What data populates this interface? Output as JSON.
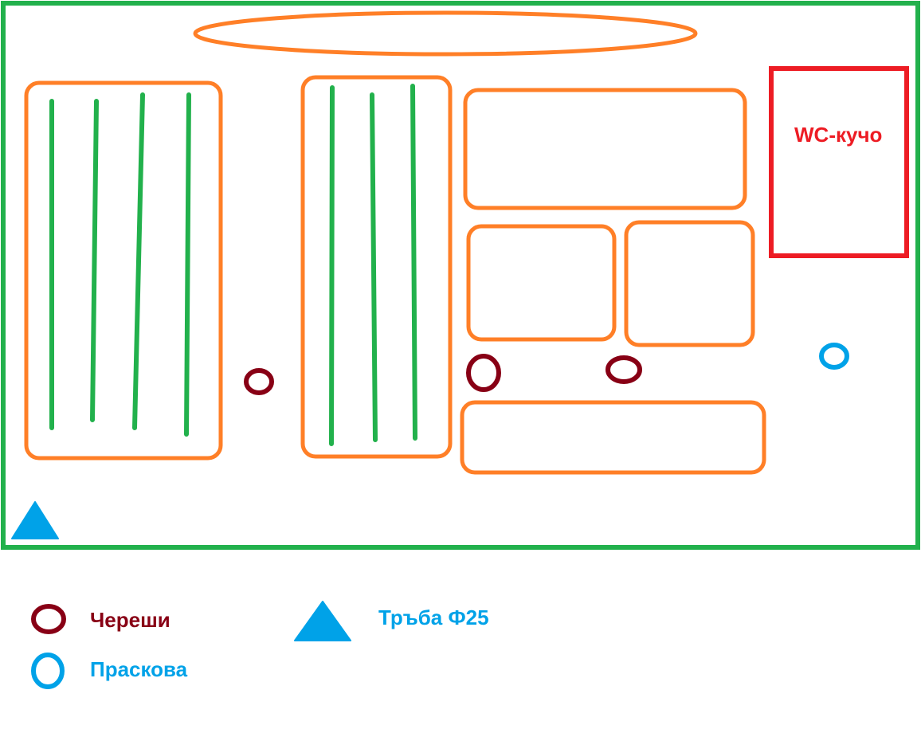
{
  "colors": {
    "border": "#22b14c",
    "bed": "#ff7f27",
    "row": "#22b14c",
    "wc": "#ed1c24",
    "cherry": "#880015",
    "peach": "#00a2e8",
    "pipe": "#00a2e8"
  },
  "plan": {
    "wc_label": "WC-кучо"
  },
  "legend": {
    "cherry_label": "Череши",
    "peach_label": "Праскова",
    "pipe_label": "Тръба Ф25"
  }
}
